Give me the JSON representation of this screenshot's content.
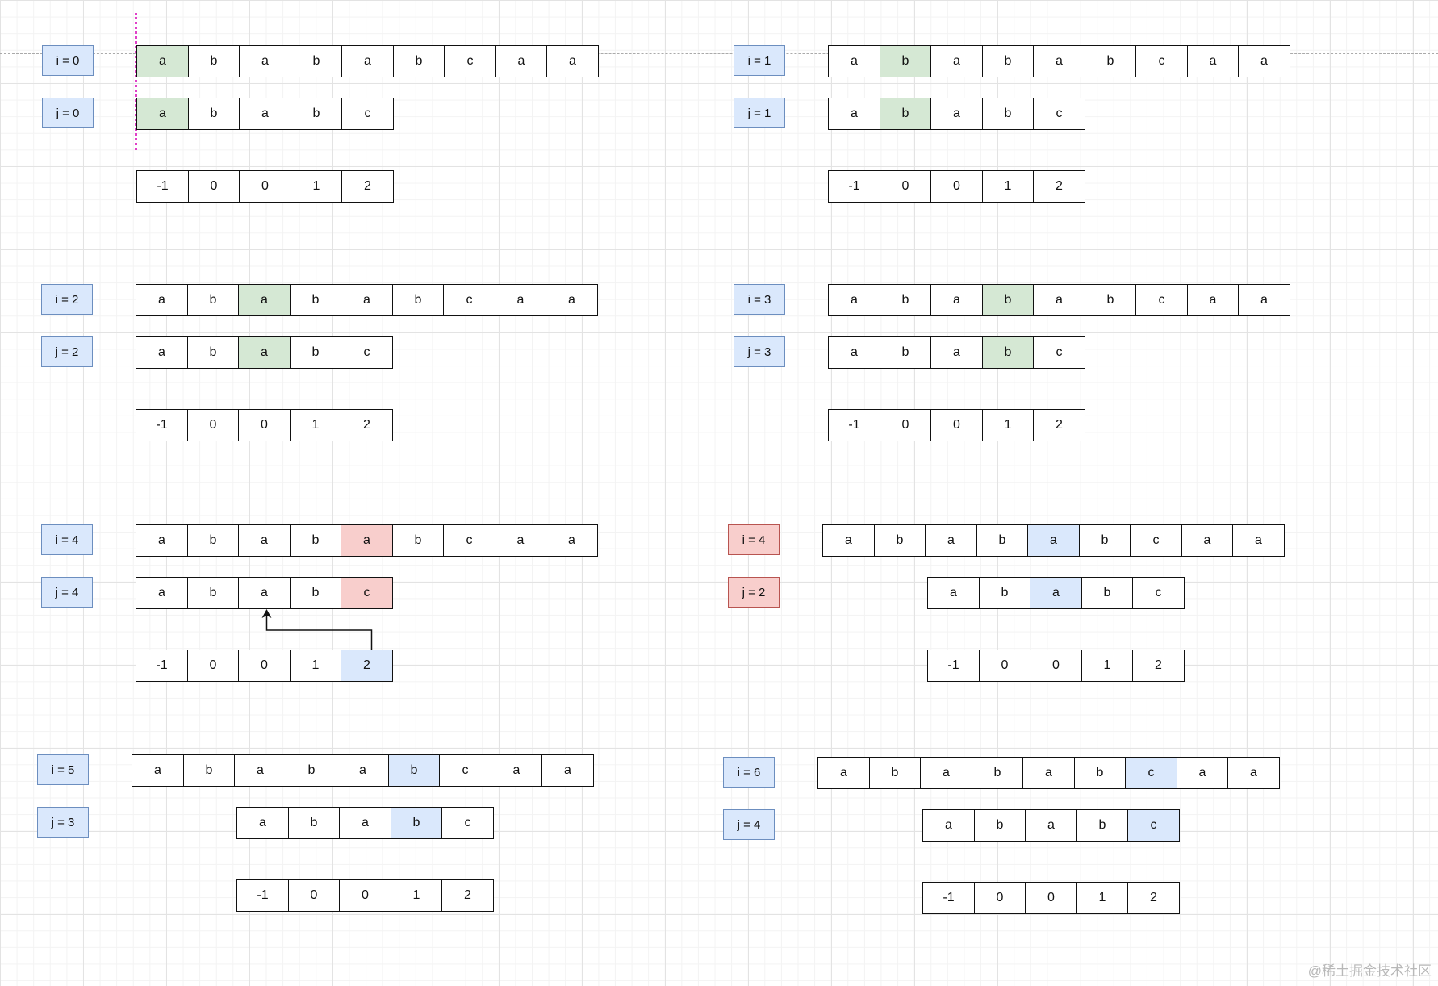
{
  "panels": [
    {
      "i_label": "i = 0",
      "j_label": "j = 0",
      "text": [
        "a",
        "b",
        "a",
        "b",
        "a",
        "b",
        "c",
        "a",
        "a"
      ],
      "pattern": [
        "a",
        "b",
        "a",
        "b",
        "c"
      ],
      "next": [
        "-1",
        "0",
        "0",
        "1",
        "2"
      ],
      "text_hl": {
        "index": 0,
        "color": "green"
      },
      "pattern_hl": {
        "index": 0,
        "color": "green"
      }
    },
    {
      "i_label": "i = 1",
      "j_label": "j = 1",
      "text": [
        "a",
        "b",
        "a",
        "b",
        "a",
        "b",
        "c",
        "a",
        "a"
      ],
      "pattern": [
        "a",
        "b",
        "a",
        "b",
        "c"
      ],
      "next": [
        "-1",
        "0",
        "0",
        "1",
        "2"
      ],
      "text_hl": {
        "index": 1,
        "color": "green"
      },
      "pattern_hl": {
        "index": 1,
        "color": "green"
      }
    },
    {
      "i_label": "i = 2",
      "j_label": "j = 2",
      "text": [
        "a",
        "b",
        "a",
        "b",
        "a",
        "b",
        "c",
        "a",
        "a"
      ],
      "pattern": [
        "a",
        "b",
        "a",
        "b",
        "c"
      ],
      "next": [
        "-1",
        "0",
        "0",
        "1",
        "2"
      ],
      "text_hl": {
        "index": 2,
        "color": "green"
      },
      "pattern_hl": {
        "index": 2,
        "color": "green"
      }
    },
    {
      "i_label": "i = 3",
      "j_label": "j = 3",
      "text": [
        "a",
        "b",
        "a",
        "b",
        "a",
        "b",
        "c",
        "a",
        "a"
      ],
      "pattern": [
        "a",
        "b",
        "a",
        "b",
        "c"
      ],
      "next": [
        "-1",
        "0",
        "0",
        "1",
        "2"
      ],
      "text_hl": {
        "index": 3,
        "color": "green"
      },
      "pattern_hl": {
        "index": 3,
        "color": "green"
      }
    },
    {
      "i_label": "i = 4",
      "j_label": "j = 4",
      "text": [
        "a",
        "b",
        "a",
        "b",
        "a",
        "b",
        "c",
        "a",
        "a"
      ],
      "pattern": [
        "a",
        "b",
        "a",
        "b",
        "c"
      ],
      "next": [
        "-1",
        "0",
        "0",
        "1",
        "2"
      ],
      "text_hl": {
        "index": 4,
        "color": "red"
      },
      "pattern_hl": {
        "index": 4,
        "color": "red"
      },
      "next_hl": {
        "index": 4,
        "color": "blue"
      },
      "jump": {
        "from_next_index": 4,
        "to_pattern_index": 2
      }
    },
    {
      "i_label": "i = 4",
      "j_label": "j = 2",
      "label_color": "red",
      "text": [
        "a",
        "b",
        "a",
        "b",
        "a",
        "b",
        "c",
        "a",
        "a"
      ],
      "pattern": [
        "a",
        "b",
        "a",
        "b",
        "c"
      ],
      "next": [
        "-1",
        "0",
        "0",
        "1",
        "2"
      ],
      "pattern_shift": 2,
      "text_hl": {
        "index": 4,
        "color": "blue"
      },
      "pattern_hl": {
        "index": 2,
        "color": "blue"
      }
    },
    {
      "i_label": "i = 5",
      "j_label": "j = 3",
      "text": [
        "a",
        "b",
        "a",
        "b",
        "a",
        "b",
        "c",
        "a",
        "a"
      ],
      "pattern": [
        "a",
        "b",
        "a",
        "b",
        "c"
      ],
      "next": [
        "-1",
        "0",
        "0",
        "1",
        "2"
      ],
      "pattern_shift": 2,
      "text_hl": {
        "index": 5,
        "color": "blue"
      },
      "pattern_hl": {
        "index": 3,
        "color": "blue"
      }
    },
    {
      "i_label": "i = 6",
      "j_label": "j = 4",
      "text": [
        "a",
        "b",
        "a",
        "b",
        "a",
        "b",
        "c",
        "a",
        "a"
      ],
      "pattern": [
        "a",
        "b",
        "a",
        "b",
        "c"
      ],
      "next": [
        "-1",
        "0",
        "0",
        "1",
        "2"
      ],
      "pattern_shift": 2,
      "text_hl": {
        "index": 6,
        "color": "blue"
      },
      "pattern_hl": {
        "index": 4,
        "color": "blue"
      }
    }
  ],
  "watermark": "@稀土掘金技术社区"
}
